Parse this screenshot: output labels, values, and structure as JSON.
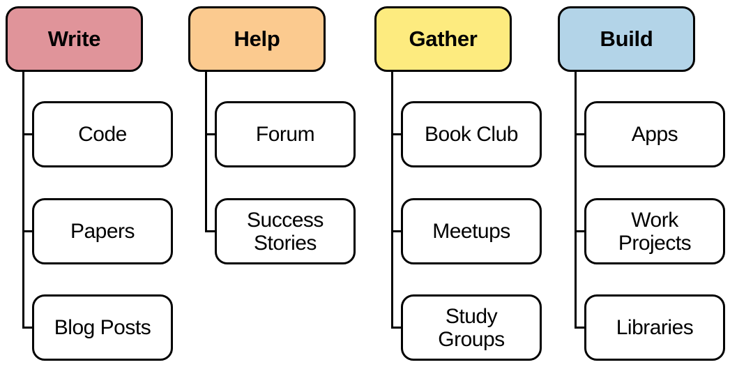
{
  "diagram": {
    "title": "activity-category-tree",
    "background": "#ffffff",
    "stroke_color": "#000000",
    "text_color": "#000000",
    "trees": [
      {
        "label": "Write",
        "color": "#e0949a",
        "children": [
          "Code",
          "Papers",
          "Blog Posts"
        ]
      },
      {
        "label": "Help",
        "color": "#fbca8f",
        "children": [
          "Forum",
          "Success\nStories"
        ]
      },
      {
        "label": "Gather",
        "color": "#fdeb7f",
        "children": [
          "Book Club",
          "Meetups",
          "Study\nGroups"
        ]
      },
      {
        "label": "Build",
        "color": "#b3d4e8",
        "children": [
          "Apps",
          "Work\nProjects",
          "Libraries"
        ]
      }
    ]
  }
}
